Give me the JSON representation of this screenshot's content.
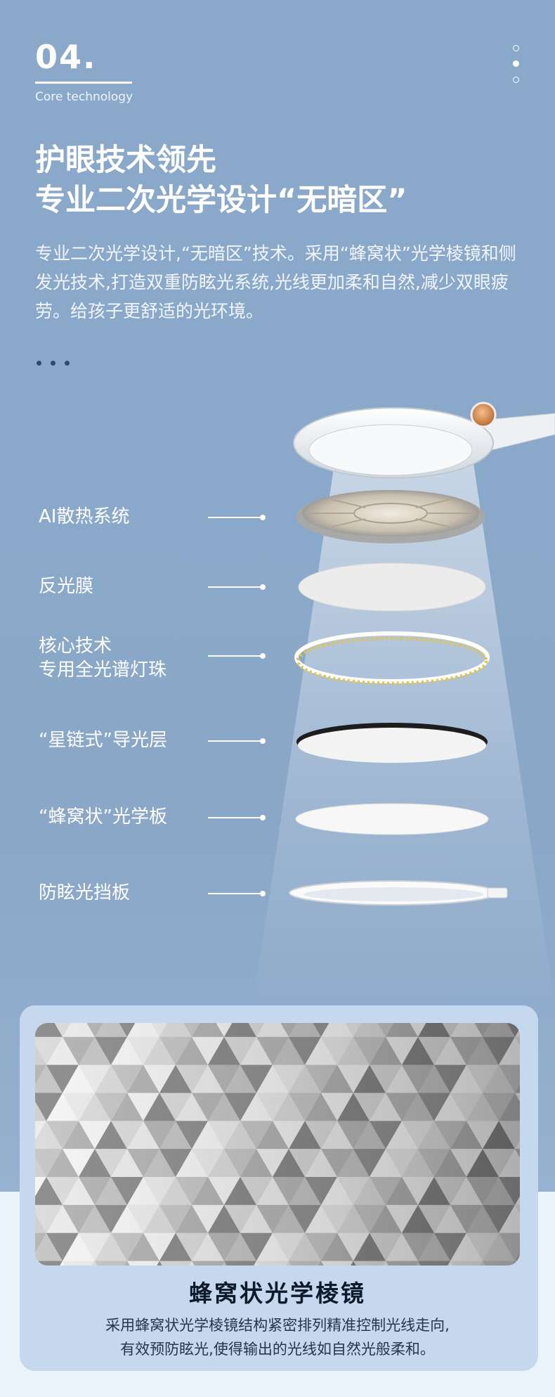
{
  "section": {
    "number": "04.",
    "subtitle": "Core technology"
  },
  "headline": {
    "line1": "护眼技术领先",
    "line2": "专业二次光学设计“无暗区”"
  },
  "description": "专业二次光学设计,“无暗区”技术。采用“蜂窝状”光学棱镜和侧发光技术,打造双重防眩光系统,光线更加柔和自然,减少双眼疲劳。给孩子更舒适的光环境。",
  "layers": [
    {
      "label": "AI散热系统"
    },
    {
      "label": "反光膜"
    },
    {
      "label": "核心技术\n专用全光谱灯珠"
    },
    {
      "label": "“星链式”导光层"
    },
    {
      "label": "“蜂窝状”光学板"
    },
    {
      "label": "防眩光挡板"
    }
  ],
  "card": {
    "title": "蜂窝状光学棱镜",
    "text_line1": "采用蜂窝状光学棱镜结构紧密排列精准控制光线走向,",
    "text_line2": "有效预防眩光,使得输出的光线如自然光般柔和。"
  },
  "colors": {
    "background": "#8aa8c9",
    "card": "#c6d8ed",
    "title_dark": "#0d1a2b",
    "accent_knob": "#d9935a"
  }
}
